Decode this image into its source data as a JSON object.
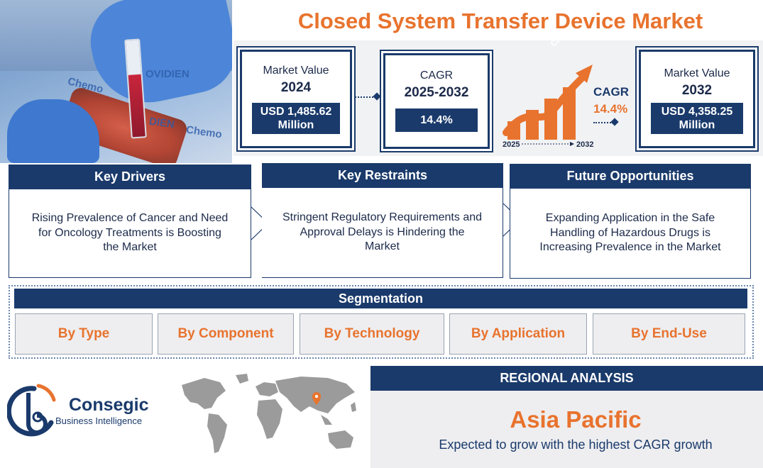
{
  "title": "Closed System Transfer Device Market",
  "photo": {
    "brand_texts": [
      "OVIDIEN",
      "Chemo",
      "DIEN",
      "Chemo"
    ]
  },
  "stats": {
    "market_2024": {
      "label": "Market Value",
      "year": "2024",
      "value": "USD 1,485.62 Million"
    },
    "cagr": {
      "label": "CAGR",
      "period": "2025-2032",
      "value": "14.4%"
    },
    "market_2032": {
      "label": "Market Value",
      "year": "2032",
      "value": "USD 4,358.25 Million"
    }
  },
  "cagr_graphic": {
    "arrow_label": "CAGR",
    "word": "CAGR",
    "percent": "14.4%",
    "start_year": "2025",
    "end_year": "2032"
  },
  "factors": [
    {
      "heading": "Key Drivers",
      "text": "Rising Prevalence of Cancer and Need for Oncology Treatments is Boosting the Market"
    },
    {
      "heading": "Key Restraints",
      "text": "Stringent Regulatory Requirements and Approval Delays is Hindering the Market"
    },
    {
      "heading": "Future Opportunities",
      "text": "Expanding Application in the Safe Handling of Hazardous Drugs is Increasing Prevalence in the Market"
    }
  ],
  "segmentation": {
    "heading": "Segmentation",
    "items": [
      "By Type",
      "By Component",
      "By Technology",
      "By Application",
      "By End-Use"
    ]
  },
  "logo": {
    "name": "Consegic",
    "tagline": "Business Intelligence"
  },
  "regional": {
    "heading": "REGIONAL ANALYSIS",
    "region": "Asia Pacific",
    "note": "Expected to grow with the highest CAGR growth"
  },
  "colors": {
    "navy": "#1a3a6b",
    "orange": "#e8732e",
    "panel_gray": "#eeeef0"
  }
}
